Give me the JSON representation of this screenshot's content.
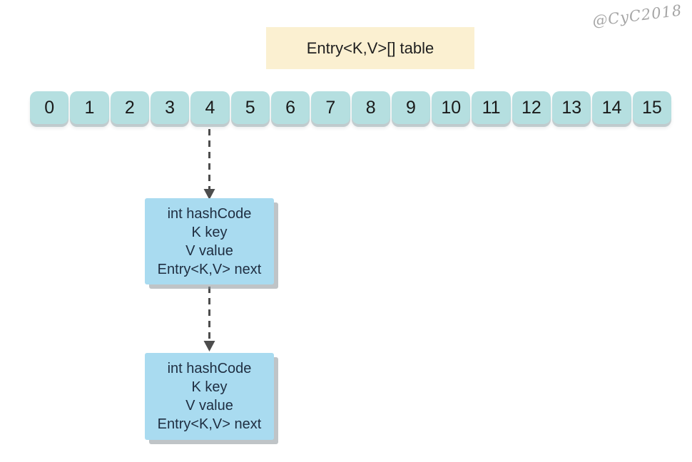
{
  "watermark": "@CyC2018",
  "title": {
    "label": "Entry<K,V>[] table"
  },
  "array": {
    "cells": [
      "0",
      "1",
      "2",
      "3",
      "4",
      "5",
      "6",
      "7",
      "8",
      "9",
      "10",
      "11",
      "12",
      "13",
      "14",
      "15"
    ],
    "linked_bucket_index": 4
  },
  "nodes": [
    {
      "lines": [
        "int hashCode",
        "K key",
        "V value",
        "Entry<K,V> next"
      ]
    },
    {
      "lines": [
        "int hashCode",
        "K key",
        "V value",
        "Entry<K,V> next"
      ]
    }
  ],
  "colors": {
    "canvas_bg": "#ffffff",
    "title_bg": "#fbf0d1",
    "cell_bg": "#b5dfe0",
    "node_bg": "#a9dbf0",
    "text_dark": "#1e2d40",
    "arrow": "#4d4d4d",
    "watermark": "#a6a6a6"
  }
}
